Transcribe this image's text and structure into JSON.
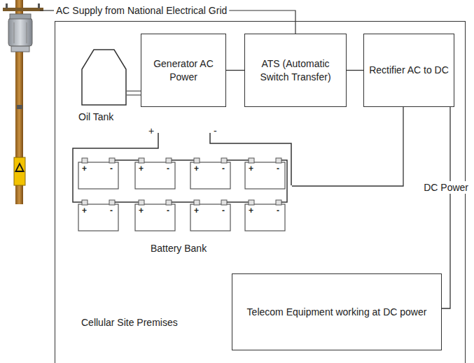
{
  "diagram": {
    "nodes": [
      {
        "text": [
          "Cellular Site Premises"
        ]
      },
      {
        "text": [
          "Oil Tank"
        ],
        "in": 0
      },
      {
        "text": [
          "Generator AC Power"
        ],
        "in": 0
      },
      {
        "text": [
          "ATS (Automatic Switch Transfer)"
        ],
        "in": 0
      },
      {
        "text": [
          "Rectifier AC to DC"
        ],
        "in": 0
      },
      {
        "text": [
          "Battery Bank"
        ],
        "in": 0
      },
      {
        "text": [
          "Telecom Equipment working at DC power"
        ],
        "in": 0
      }
    ],
    "edges": [
      {
        "from": 1,
        "to": 2,
        "arrow": "none"
      },
      {
        "from": 2,
        "to": 3,
        "arrow": "none"
      },
      {
        "from": 3,
        "to": 4,
        "arrow": "none"
      },
      {
        "from": 4,
        "to": 5,
        "arrow": "none"
      },
      {
        "from": 4,
        "to": 6,
        "label": "DC Power",
        "arrow": "none"
      }
    ],
    "labels": [
      "AC Supply from National Electrical Grid",
      "+",
      "-",
      "+",
      "-",
      "+",
      "-",
      "+",
      "-",
      "+",
      "-",
      "+",
      "-",
      "+",
      "-",
      "+",
      "-",
      "+",
      "-"
    ]
  }
}
